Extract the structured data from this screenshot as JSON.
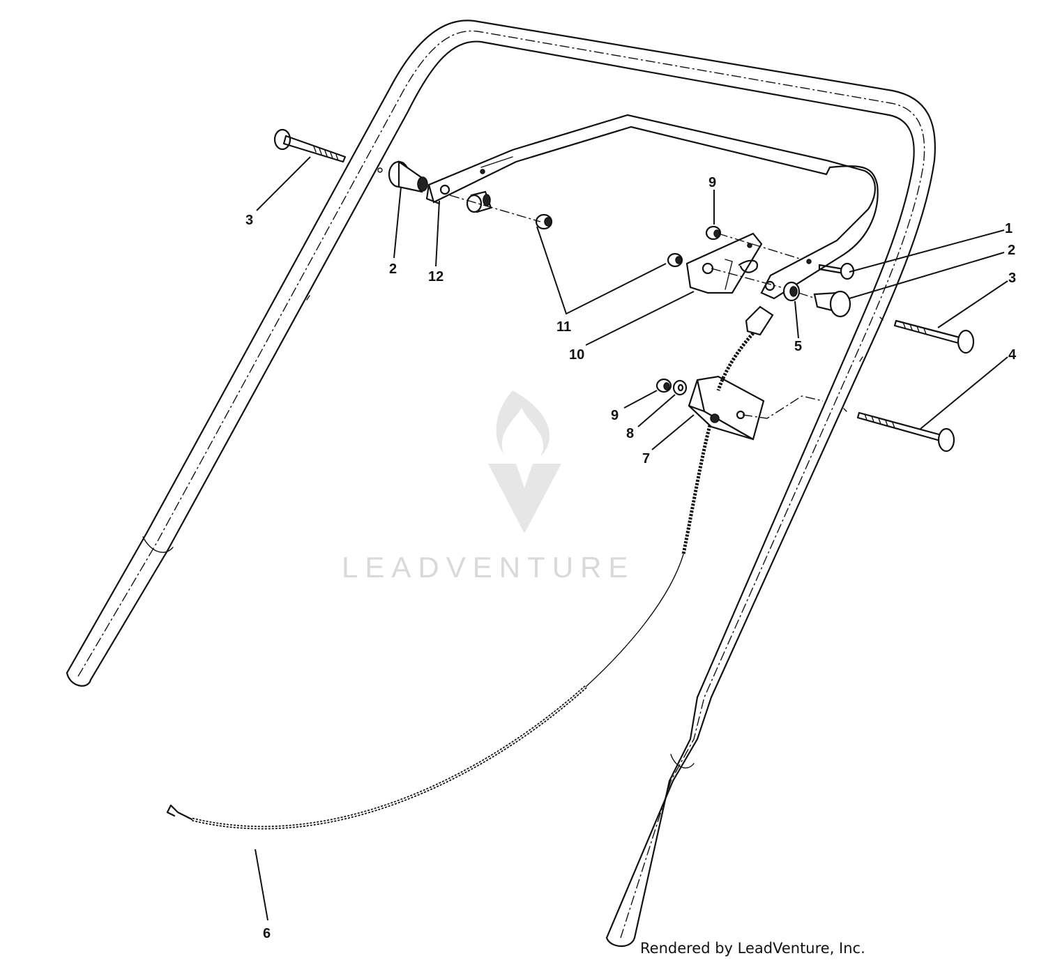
{
  "diagram": {
    "labels": [
      {
        "id": "label-1",
        "text": "1"
      },
      {
        "id": "label-2-right",
        "text": "2"
      },
      {
        "id": "label-3-right",
        "text": "3"
      },
      {
        "id": "label-4",
        "text": "4"
      },
      {
        "id": "label-2-left",
        "text": "2"
      },
      {
        "id": "label-12",
        "text": "12"
      },
      {
        "id": "label-3-left",
        "text": "3"
      },
      {
        "id": "label-9-top",
        "text": "9"
      },
      {
        "id": "label-11",
        "text": "11"
      },
      {
        "id": "label-10",
        "text": "10"
      },
      {
        "id": "label-5",
        "text": "5"
      },
      {
        "id": "label-9-bottom",
        "text": "9"
      },
      {
        "id": "label-8",
        "text": "8"
      },
      {
        "id": "label-7",
        "text": "7"
      },
      {
        "id": "label-6",
        "text": "6"
      }
    ]
  },
  "watermark": {
    "brand": "LEADVENTURE"
  },
  "footer": {
    "credit": "Rendered by LeadVenture, Inc."
  }
}
